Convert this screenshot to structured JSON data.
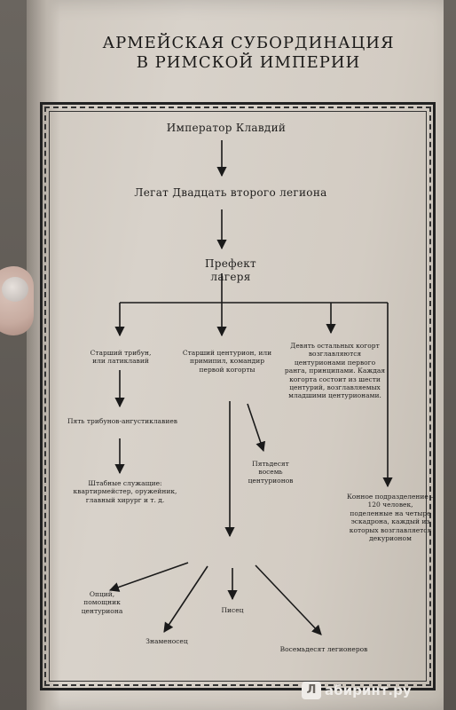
{
  "title": {
    "line1": "АРМЕЙСКАЯ СУБОРДИНАЦИЯ",
    "line2": "В РИМСКОЙ ИМПЕРИИ"
  },
  "nodes": {
    "emperor": "Император Клавдий",
    "legate": "Легат Двадцать второго легиона",
    "prefect": "Префект лагеря",
    "senior_tribune": "Старший трибун, или латиклавий",
    "senior_centurion": "Старший центурион, или примипил, командир первой когорты",
    "other_cohorts": "Девять остальных когорт возглавляются центурионами первого ранга, принципами. Каждая когорта состоит из шести центурий, возглавляемых младшими центурионами.",
    "five_tribunes": "Пять трибунов-ангустиклавиев",
    "fifty_eight": "Пятьдесят восемь центурионов",
    "staff": "Штабные служащие: квартирмейстер, оружейник, главный хирург и т. д.",
    "cavalry": "Конное подразделение – 120 человек, поделенные на четыре эскадрона, каждый из которых возглавляется декурионом",
    "optio": "Опций, помощник центуриона",
    "signifer": "Знаменосец",
    "tesserarius": "Писец",
    "eighty_legionaries": "Восемьдесят легионеров"
  },
  "watermark": {
    "icon": "Л",
    "text": "абиринт.ру"
  }
}
